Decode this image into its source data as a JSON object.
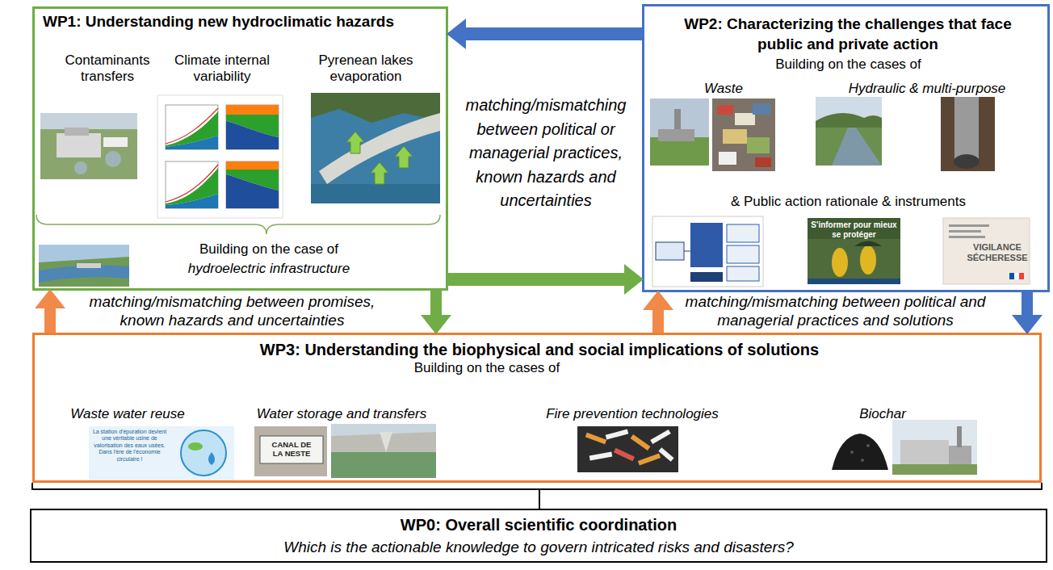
{
  "diagram": {
    "nodes": [
      {
        "text": [
          "WP1: Understanding new hydroclimatic hazards",
          "Contaminants transfers",
          "Climate internal variability",
          "Pyrenean lakes evaporation",
          "Building on the case of",
          "hydroelectric infrastructure"
        ]
      },
      {
        "text": [
          "WP2: Characterizing the challenges that face public and private action",
          "Building on the cases of",
          "Waste",
          "Hydraulic & multi-purpose",
          "& Public action rationale & instruments"
        ]
      },
      {
        "text": [
          "WP3: Understanding the biophysical and social implications of solutions",
          "Building on the cases of",
          "Waste water reuse",
          "Water storage and transfers",
          "Fire prevention technologies",
          "Biochar"
        ]
      },
      {
        "text": [
          "WP0: Overall scientific coordination",
          "Which is the actionable knowledge to govern intricated risks and disasters?"
        ]
      }
    ],
    "edges": [
      {
        "from": 1,
        "to": 0,
        "arrow": "to",
        "label": "matching/mismatching between political or managerial practices, known hazards and uncertainties"
      },
      {
        "from": 0,
        "to": 1,
        "arrow": "to"
      },
      {
        "from": 0,
        "to": 2,
        "arrow": "to"
      },
      {
        "from": 2,
        "to": 0,
        "arrow": "to",
        "label": "matching/mismatching between promises, known hazards and uncertainties"
      },
      {
        "from": 2,
        "to": 1,
        "arrow": "to",
        "label": "matching/mismatching between political and managerial practices and solutions"
      },
      {
        "from": 1,
        "to": 2,
        "arrow": "to"
      }
    ],
    "labels": [
      "S'informer pour mieux se protéger",
      "VIGILANCE SÉCHERESSE",
      "CANAL DE LA NESTE",
      "La station d'épuration devient une véritable usine de valorisation des eaux usées. Dans l'ère de l'économie circulaire !"
    ]
  }
}
